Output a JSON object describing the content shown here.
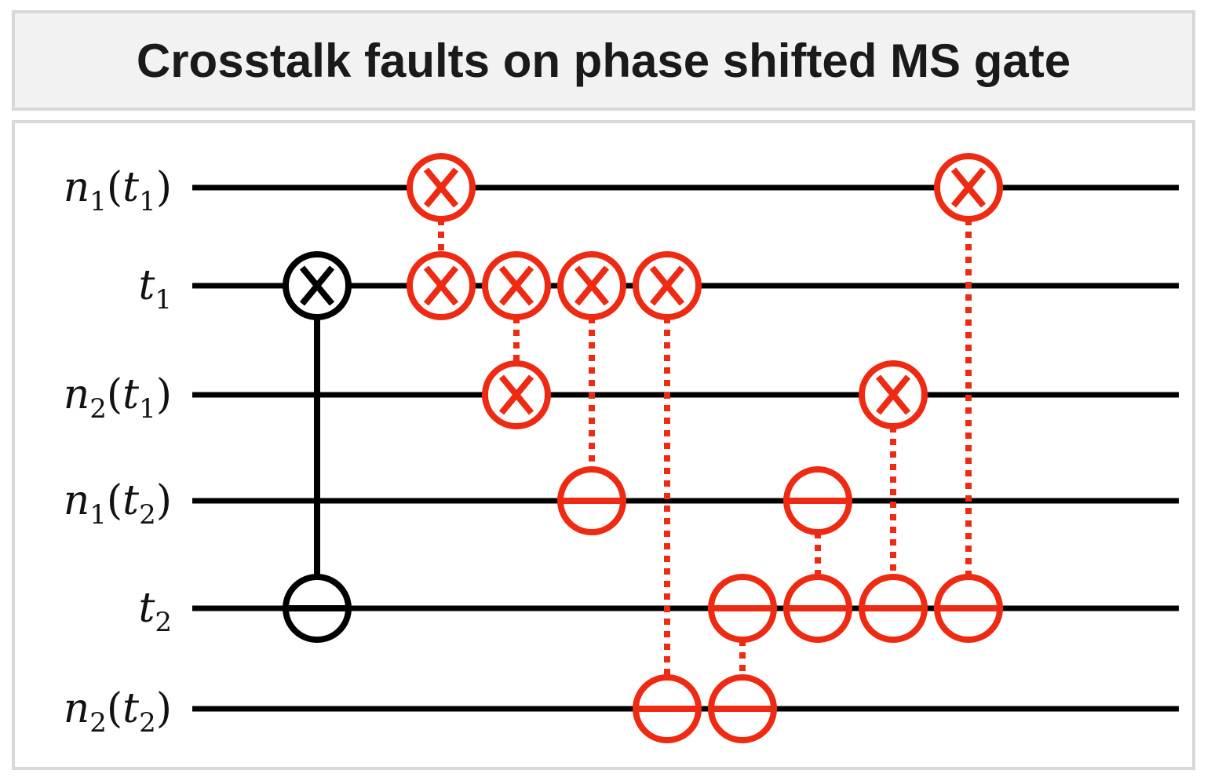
{
  "title": "Crosstalk faults on phase shifted MS gate",
  "colors": {
    "wire": "#000000",
    "ideal_gate": "#000000",
    "fault": "#ee2a12"
  },
  "wires": [
    {
      "base": "n",
      "sub": "1",
      "arg": "t",
      "arg_sub": "1"
    },
    {
      "base": "t",
      "sub": "1"
    },
    {
      "base": "n",
      "sub": "2",
      "arg": "t",
      "arg_sub": "1"
    },
    {
      "base": "n",
      "sub": "1",
      "arg": "t",
      "arg_sub": "2"
    },
    {
      "base": "t",
      "sub": "2"
    },
    {
      "base": "n",
      "sub": "2",
      "arg": "t",
      "arg_sub": "2"
    }
  ],
  "gates": [
    {
      "kind": "ideal",
      "column": 0,
      "top": {
        "wire": 1,
        "symbol": "otimes"
      },
      "bottom": {
        "wire": 4,
        "symbol": "ominus"
      }
    },
    {
      "kind": "fault",
      "column": 1,
      "top": {
        "wire": 0,
        "symbol": "otimes"
      },
      "bottom": {
        "wire": 1,
        "symbol": "otimes"
      }
    },
    {
      "kind": "fault",
      "column": 2,
      "top": {
        "wire": 1,
        "symbol": "otimes"
      },
      "bottom": {
        "wire": 2,
        "symbol": "otimes"
      }
    },
    {
      "kind": "fault",
      "column": 3,
      "top": {
        "wire": 1,
        "symbol": "otimes"
      },
      "bottom": {
        "wire": 3,
        "symbol": "ominus"
      }
    },
    {
      "kind": "fault",
      "column": 4,
      "top": {
        "wire": 1,
        "symbol": "otimes"
      },
      "bottom": {
        "wire": 5,
        "symbol": "ominus"
      }
    },
    {
      "kind": "fault",
      "column": 5,
      "top": {
        "wire": 4,
        "symbol": "ominus"
      },
      "bottom": {
        "wire": 5,
        "symbol": "ominus"
      }
    },
    {
      "kind": "fault",
      "column": 6,
      "top": {
        "wire": 3,
        "symbol": "ominus"
      },
      "bottom": {
        "wire": 4,
        "symbol": "ominus"
      }
    },
    {
      "kind": "fault",
      "column": 7,
      "top": {
        "wire": 2,
        "symbol": "otimes"
      },
      "bottom": {
        "wire": 4,
        "symbol": "ominus"
      }
    },
    {
      "kind": "fault",
      "column": 8,
      "top": {
        "wire": 0,
        "symbol": "otimes"
      },
      "bottom": {
        "wire": 4,
        "symbol": "ominus"
      }
    }
  ]
}
